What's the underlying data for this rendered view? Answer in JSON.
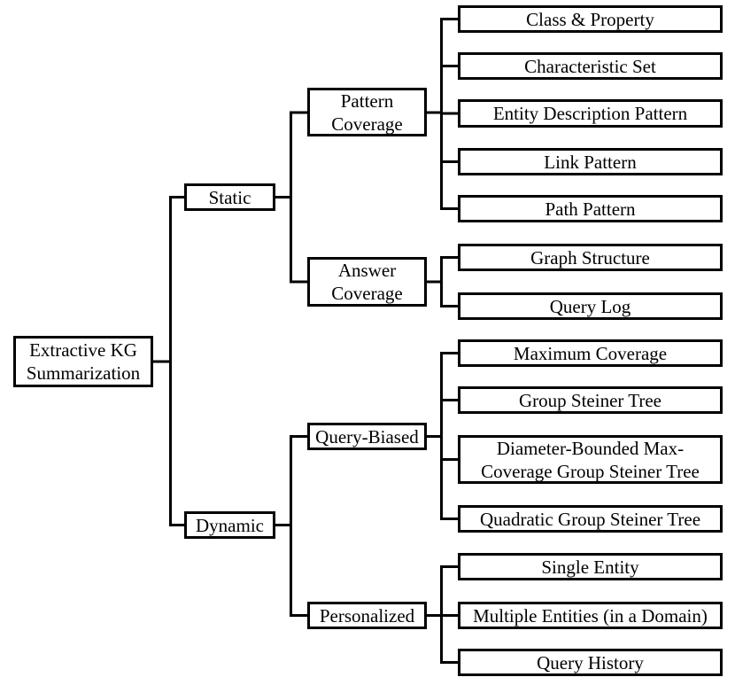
{
  "figure": {
    "background": "#ffffff",
    "node_fill": "#ffffff",
    "border_color": "#000000",
    "text_color": "#000000",
    "root": {
      "label": "Extractive KG\nSummarization"
    },
    "branches": [
      {
        "label": "Static",
        "children": [
          {
            "label": "Pattern\nCoverage",
            "children": [
              {
                "label": "Class & Property"
              },
              {
                "label": "Characteristic Set"
              },
              {
                "label": "Entity Description Pattern"
              },
              {
                "label": "Link Pattern"
              },
              {
                "label": "Path Pattern"
              }
            ]
          },
          {
            "label": "Answer\nCoverage",
            "children": [
              {
                "label": "Graph Structure"
              },
              {
                "label": "Query Log"
              }
            ]
          }
        ]
      },
      {
        "label": "Dynamic",
        "children": [
          {
            "label": "Query-Biased",
            "children": [
              {
                "label": "Maximum Coverage"
              },
              {
                "label": "Group Steiner Tree"
              },
              {
                "label": "Diameter-Bounded Max-\nCoverage Group Steiner Tree"
              },
              {
                "label": "Quadratic Group Steiner Tree"
              }
            ]
          },
          {
            "label": "Personalized",
            "children": [
              {
                "label": "Single Entity"
              },
              {
                "label": "Multiple Entities (in a Domain)"
              },
              {
                "label": "Query History"
              }
            ]
          }
        ]
      }
    ]
  }
}
